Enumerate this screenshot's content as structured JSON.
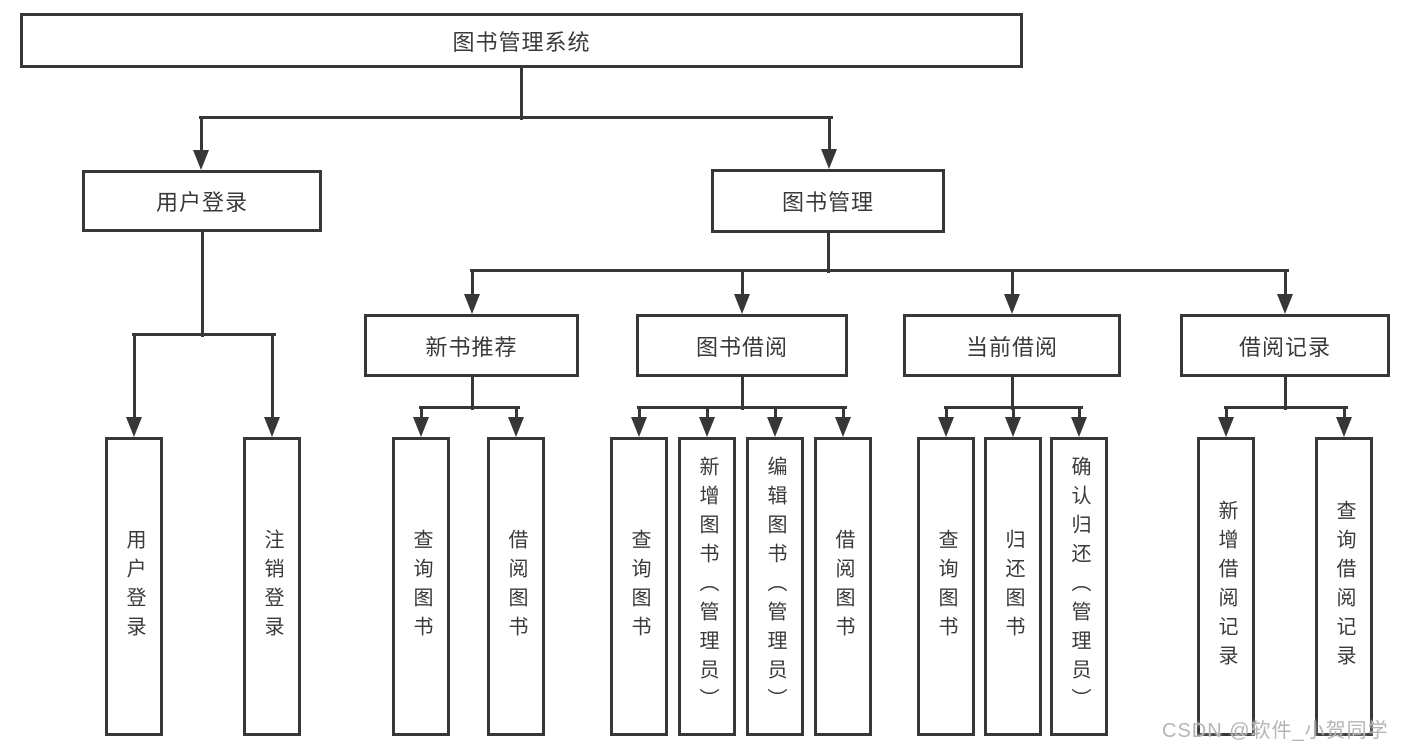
{
  "tree": {
    "label": "图书管理系统",
    "children": [
      {
        "label": "用户登录",
        "children": [
          {
            "label": "用户登录"
          },
          {
            "label": "注销登录"
          }
        ]
      },
      {
        "label": "图书管理",
        "children": [
          {
            "label": "新书推荐",
            "children": [
              {
                "label": "查询图书"
              },
              {
                "label": "借阅图书"
              }
            ]
          },
          {
            "label": "图书借阅",
            "children": [
              {
                "label": "查询图书"
              },
              {
                "label": "新增图书（管理员）"
              },
              {
                "label": "编辑图书（管理员）"
              },
              {
                "label": "借阅图书"
              }
            ]
          },
          {
            "label": "当前借阅",
            "children": [
              {
                "label": "查询图书"
              },
              {
                "label": "归还图书"
              },
              {
                "label": "确认归还（管理员）"
              }
            ]
          },
          {
            "label": "借阅记录",
            "children": [
              {
                "label": "新增借阅记录"
              },
              {
                "label": "查询借阅记录"
              }
            ]
          }
        ]
      }
    ]
  },
  "watermark": {
    "text": "CSDN @软件_小贺同学"
  },
  "colors": {
    "line": "#373737",
    "text": "#3a3a3a",
    "background": "#ffffff",
    "watermark": "#b5b5b5"
  }
}
